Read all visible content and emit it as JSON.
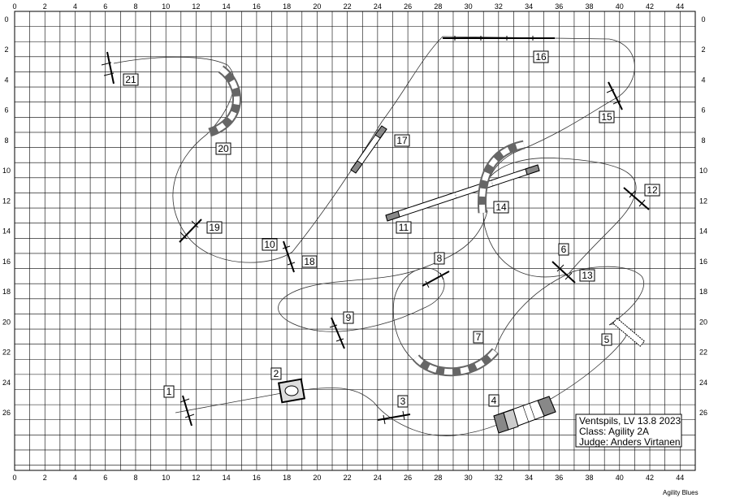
{
  "top_ticks": [
    "0",
    "2",
    "4",
    "6",
    "8",
    "10",
    "12",
    "14",
    "16",
    "18",
    "20",
    "22",
    "24",
    "26",
    "28",
    "30",
    "32",
    "34",
    "36",
    "38",
    "40",
    "42",
    "44"
  ],
  "side_ticks": [
    "0",
    "2",
    "4",
    "6",
    "8",
    "10",
    "12",
    "14",
    "16",
    "18",
    "20",
    "22",
    "24",
    "26"
  ],
  "obstacle_numbers": [
    "1",
    "2",
    "3",
    "4",
    "5",
    "6",
    "7",
    "8",
    "9",
    "10",
    "11",
    "12",
    "13",
    "14",
    "15",
    "16",
    "17",
    "18",
    "19",
    "20",
    "21"
  ],
  "info": {
    "line1": "Ventspils, LV 13.8 2023",
    "line2": "Class: Agility 2A",
    "line3": "Judge: Anders Virtanen"
  },
  "credit": "Agility Blues"
}
